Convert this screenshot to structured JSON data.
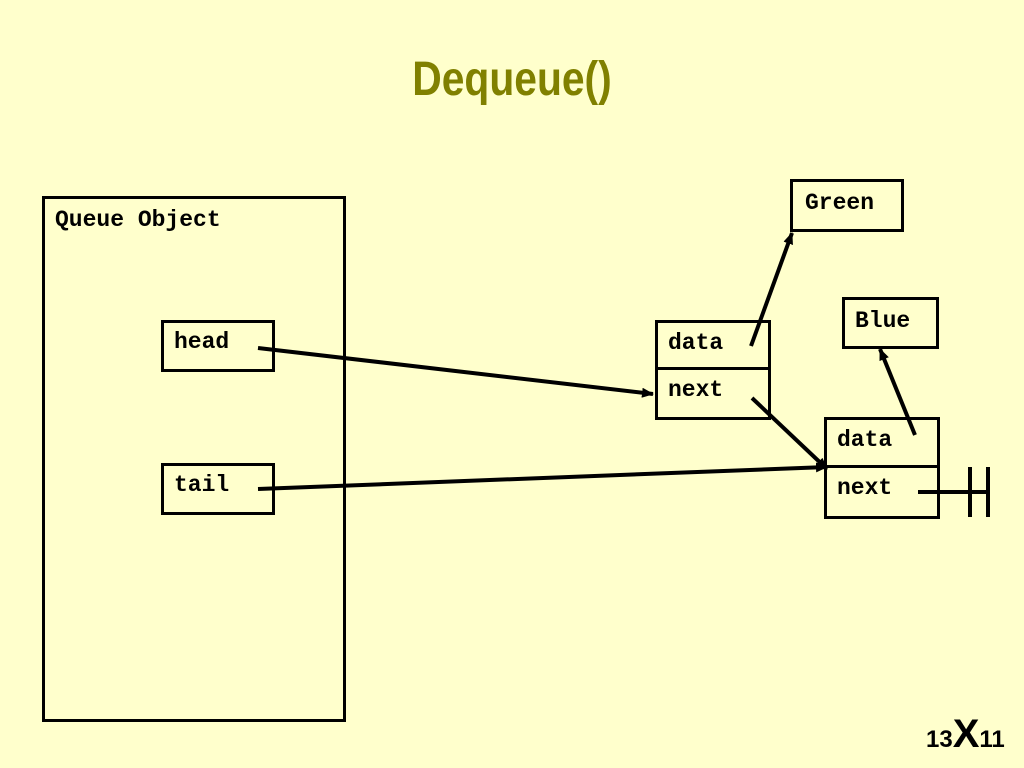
{
  "title": "Dequeue()",
  "queue_object": {
    "label": "Queue Object",
    "head_label": "head",
    "tail_label": "tail"
  },
  "nodes": [
    {
      "data_label": "data",
      "next_label": "next",
      "value": "Green"
    },
    {
      "data_label": "data",
      "next_label": "next",
      "value": "Blue"
    }
  ],
  "footer": {
    "left": "13",
    "mid": "X",
    "right": "11"
  }
}
